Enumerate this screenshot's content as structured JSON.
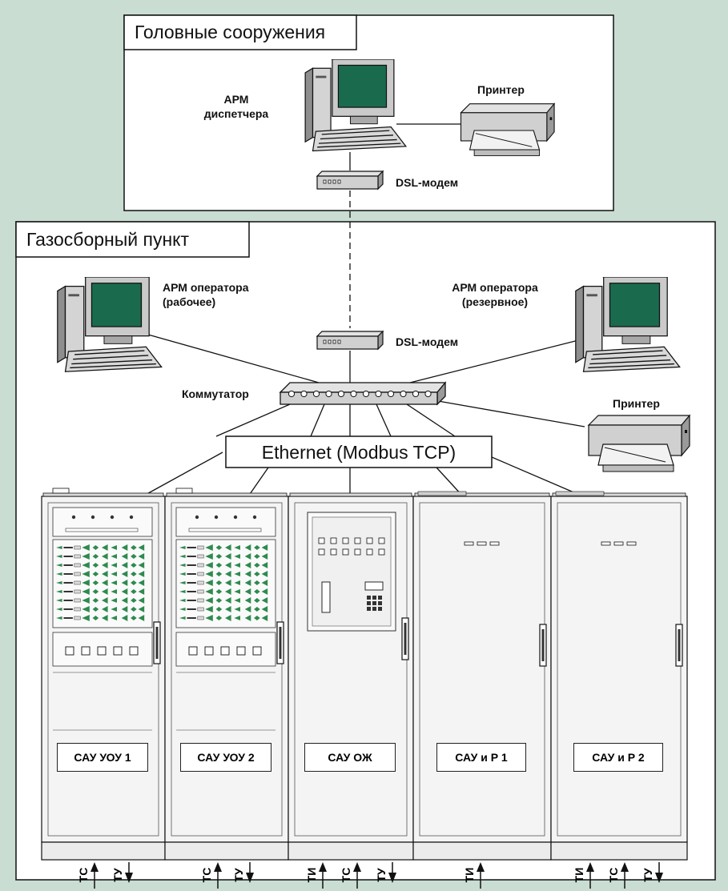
{
  "sections": {
    "head": "Головные сооружения",
    "gas": "Газосборный пункт"
  },
  "devices": {
    "arm_dispatcher": "АРМ\nдиспетчера",
    "printer_top": "Принтер",
    "dsl_top": "DSL-модем",
    "arm_op_work": "АРМ оператора\n(рабочее)",
    "arm_op_reserve": "АРМ оператора\n(резервное)",
    "dsl_gas": "DSL-модем",
    "switch": "Коммутатор",
    "printer_gas": "Принтер",
    "ethernet": "Ethernet (Modbus TCP)"
  },
  "cabinets": [
    {
      "label": "САУ УОУ 1",
      "signals": [
        {
          "name": "ТС",
          "dir": "up"
        },
        {
          "name": "ТУ",
          "dir": "down"
        }
      ]
    },
    {
      "label": "САУ УОУ 2",
      "signals": [
        {
          "name": "ТС",
          "dir": "up"
        },
        {
          "name": "ТУ",
          "dir": "down"
        }
      ]
    },
    {
      "label": "САУ ОЖ",
      "signals": [
        {
          "name": "ТИ",
          "dir": "up"
        },
        {
          "name": "ТС",
          "dir": "up"
        },
        {
          "name": "ТУ",
          "dir": "down"
        }
      ]
    },
    {
      "label": "САУ и Р 1",
      "signals": [
        {
          "name": "ТИ",
          "dir": "up"
        }
      ]
    },
    {
      "label": "САУ и Р 2",
      "signals": [
        {
          "name": "ТИ",
          "dir": "up"
        },
        {
          "name": "ТС",
          "dir": "up"
        },
        {
          "name": "ТУ",
          "dir": "down"
        }
      ]
    }
  ],
  "colors": {
    "page_bg": "#c9ddd3",
    "screen": "#1a6b4e",
    "device_gray": "#bfbfbf",
    "cabinet_panel": "#f4f4f4",
    "indicator_green": "#2e8a4e"
  }
}
